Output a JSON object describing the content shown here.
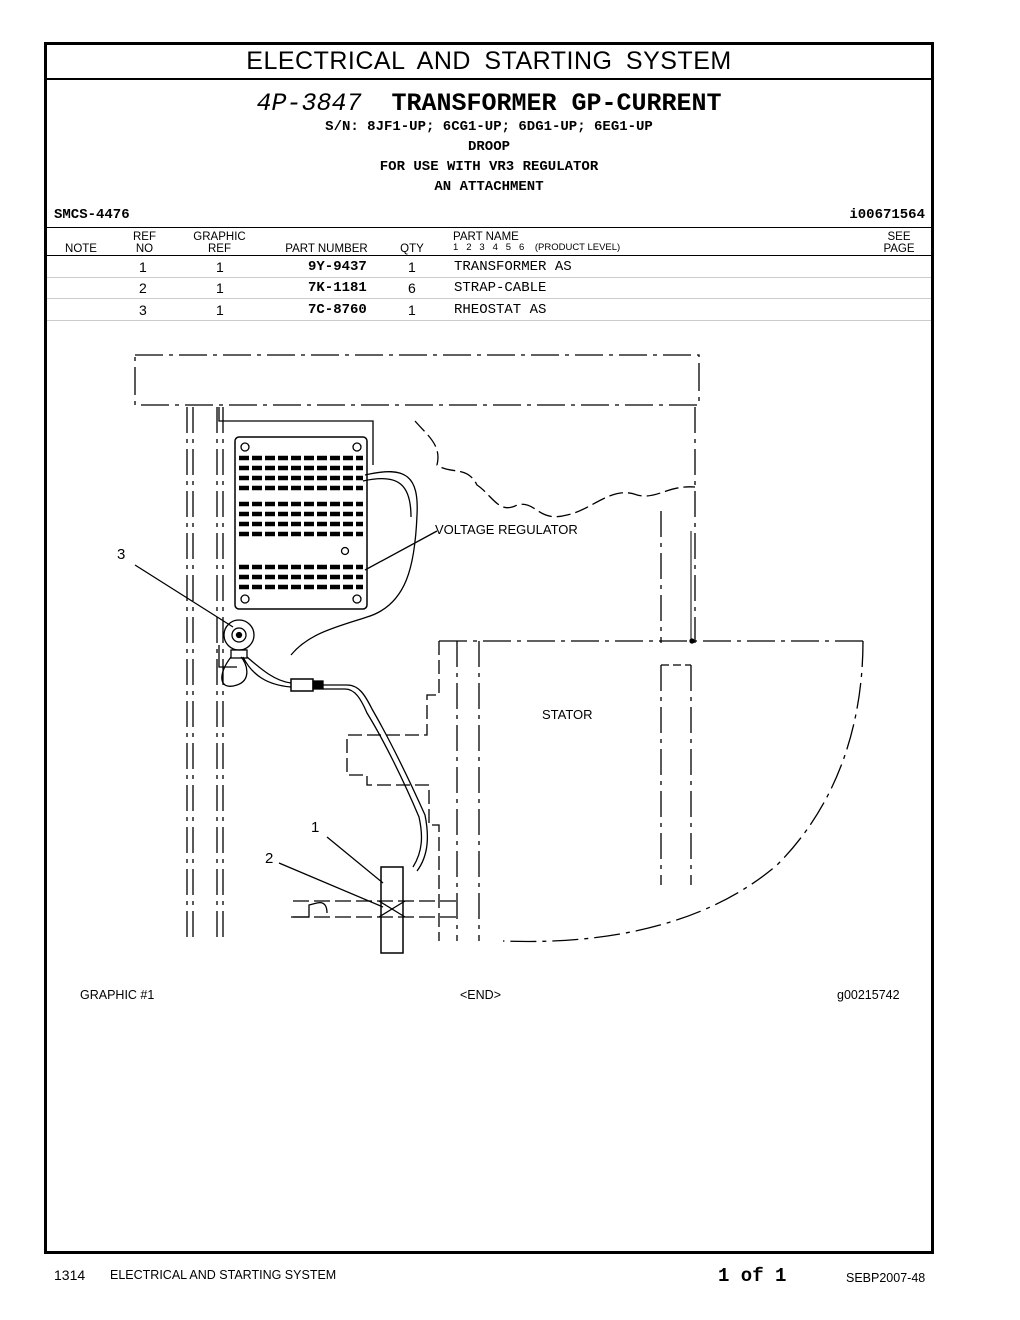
{
  "header": {
    "section_title": "ELECTRICAL AND STARTING SYSTEM",
    "group_number": "4P-3847",
    "group_name": "TRANSFORMER GP-CURRENT",
    "serial_numbers": "S/N: 8JF1-UP; 6CG1-UP; 6DG1-UP; 6EG1-UP",
    "line2": "DROOP",
    "line3": "FOR USE WITH VR3 REGULATOR",
    "line4": "AN ATTACHMENT",
    "smcs": "SMCS-4476",
    "illustration_id": "i00671564"
  },
  "columns": {
    "note": "NOTE",
    "ref_no": "REF\nNO",
    "graphic_ref": "GRAPHIC\nREF",
    "part_number": "PART NUMBER",
    "qty": "QTY",
    "part_name": "PART NAME",
    "product_level": "1   2   3   4   5   6    (PRODUCT LEVEL)",
    "see_page": "SEE\nPAGE"
  },
  "parts": [
    {
      "ref": "1",
      "graphic": "1",
      "part_number": "9Y-9437",
      "qty": "1",
      "name": "TRANSFORMER AS"
    },
    {
      "ref": "2",
      "graphic": "1",
      "part_number": "7K-1181",
      "qty": "6",
      "name": "STRAP-CABLE"
    },
    {
      "ref": "3",
      "graphic": "1",
      "part_number": "7C-8760",
      "qty": "1",
      "name": "RHEOSTAT AS"
    }
  ],
  "drawing": {
    "label_voltage_regulator": "VOLTAGE REGULATOR",
    "label_stator": "STATOR",
    "callout_1": "1",
    "callout_2": "2",
    "callout_3": "3"
  },
  "captions": {
    "graphic": "GRAPHIC #1",
    "end": "<END>",
    "graphic_id": "g00215742"
  },
  "footer": {
    "page_number": "1314",
    "section": "ELECTRICAL AND STARTING SYSTEM",
    "page_of": "1 of 1",
    "doc_id": "SEBP2007-48"
  }
}
